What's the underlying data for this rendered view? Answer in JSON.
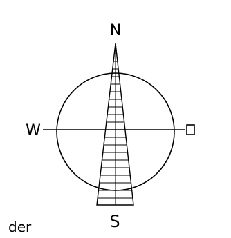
{
  "compass": {
    "north_label": "N",
    "south_label": "S",
    "west_label": "W",
    "east_symbol": "square",
    "stroke_color": "#000000",
    "background": "#ffffff"
  },
  "footer_text": "der"
}
